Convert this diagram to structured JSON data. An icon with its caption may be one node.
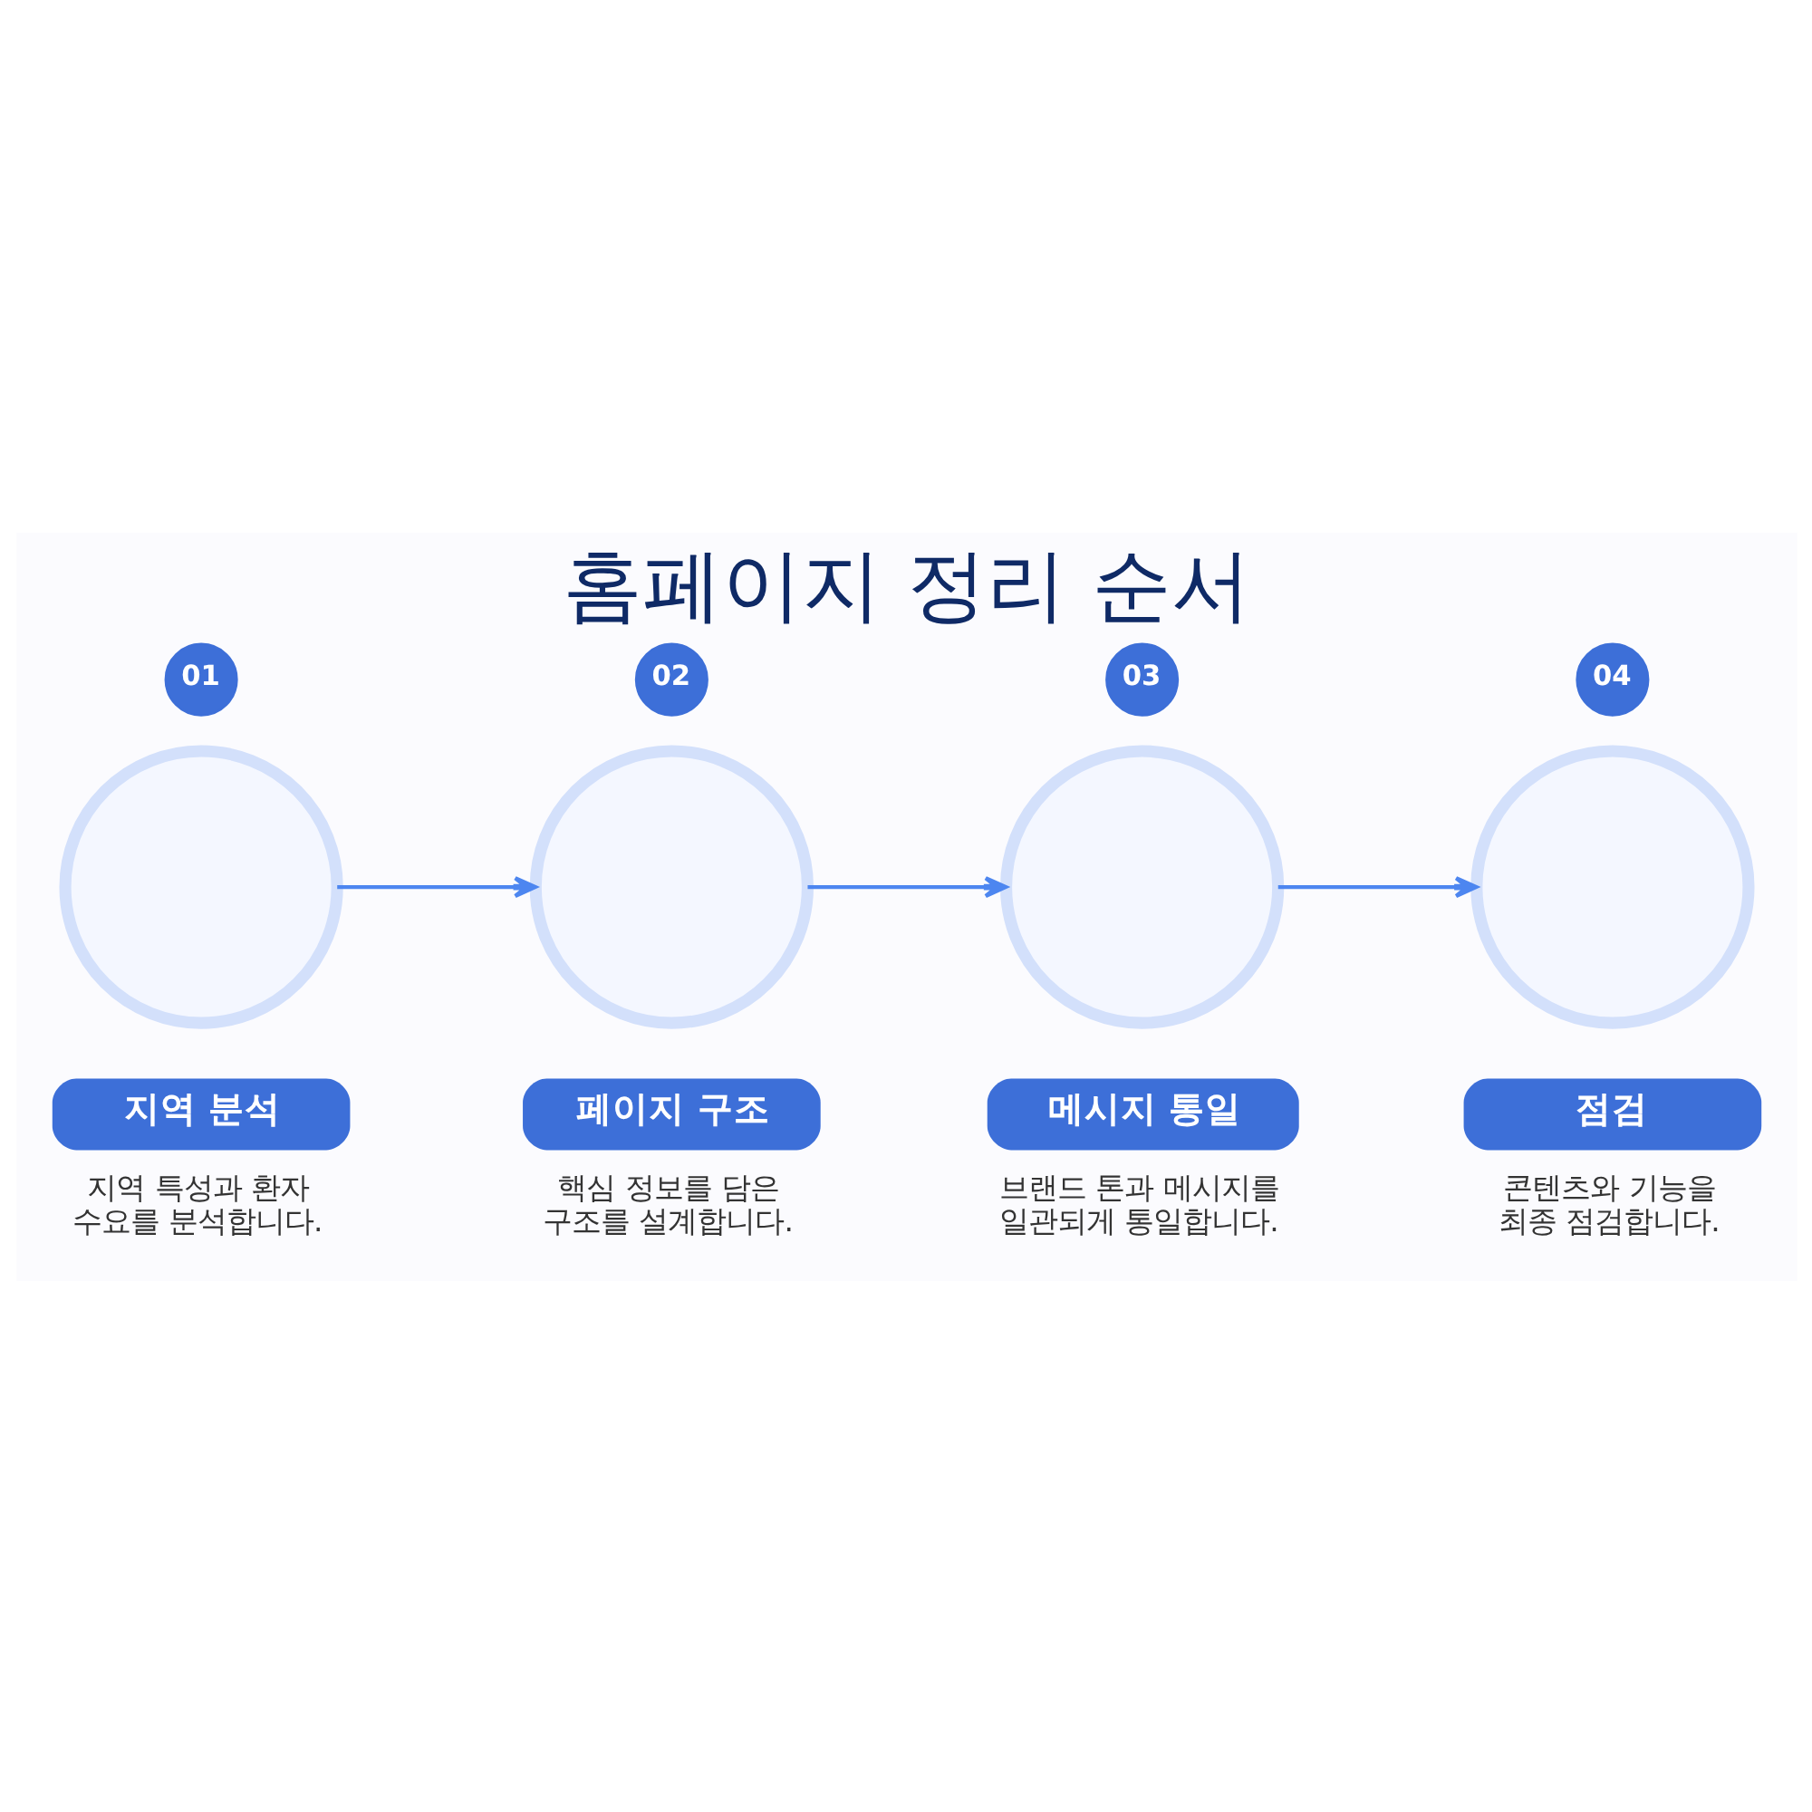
{
  "diagram": {
    "title": "홈페이지 정리 순서",
    "nodes": [
      {
        "text": [
          "01"
        ]
      },
      {
        "text": [],
        "shape": "circle"
      },
      {
        "text": [
          "지역 분석"
        ],
        "beside": [
          "지역 특성과 환자 수요를 분석합니다."
        ]
      },
      {
        "text": [
          "02"
        ]
      },
      {
        "text": [],
        "shape": "circle"
      },
      {
        "text": [
          "페이지 구조"
        ],
        "beside": [
          "핵심 정보를 담은 구조를 설계합니다."
        ]
      },
      {
        "text": [
          "03"
        ]
      },
      {
        "text": [],
        "shape": "circle"
      },
      {
        "text": [
          "메시지 통일"
        ],
        "beside": [
          "브랜드 톤과 메시지를 일관되게 통일합니다."
        ]
      },
      {
        "text": [
          "04"
        ]
      },
      {
        "text": [],
        "shape": "circle"
      },
      {
        "text": [
          "점검"
        ],
        "beside": [
          "콘텐츠와 기능을 최종 점검합니다."
        ]
      }
    ],
    "edges": [
      {
        "from": 1,
        "to": 4,
        "arrow": "to"
      },
      {
        "from": 4,
        "to": 7,
        "arrow": "to"
      },
      {
        "from": 7,
        "to": 10,
        "arrow": "to"
      }
    ]
  }
}
